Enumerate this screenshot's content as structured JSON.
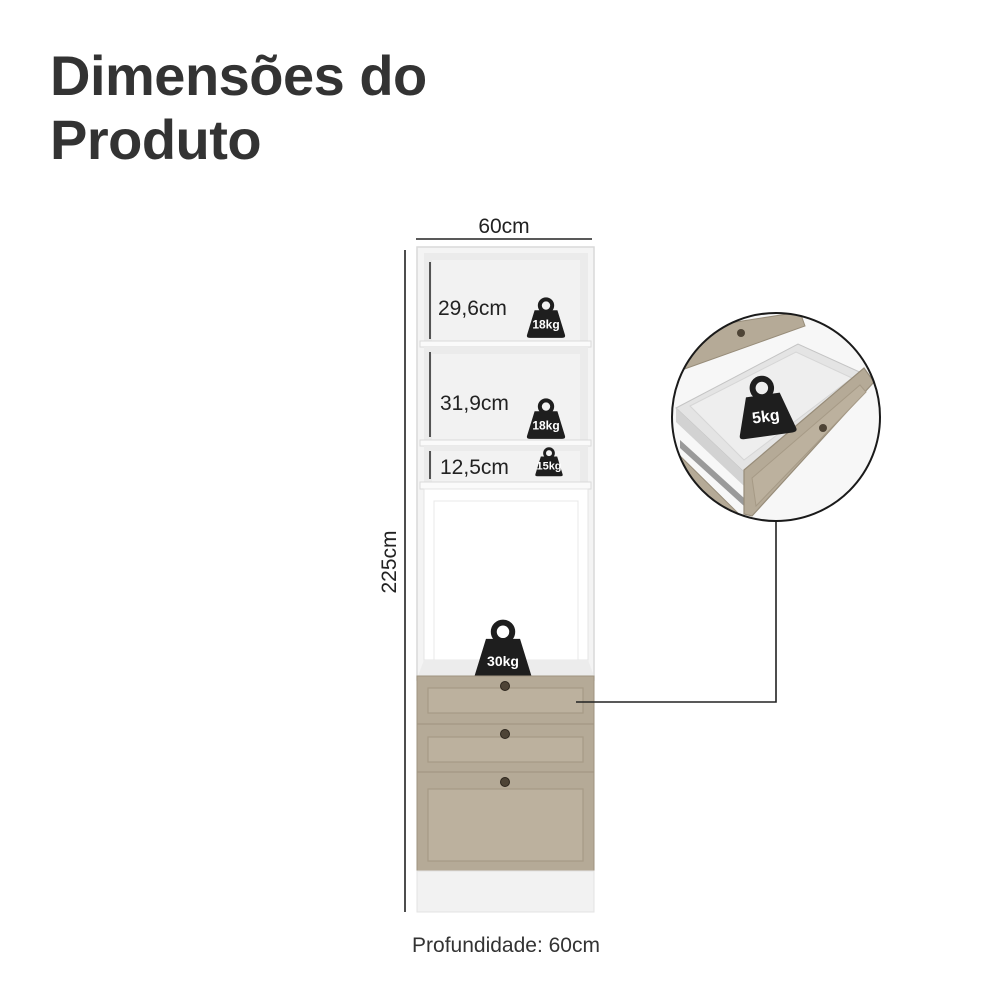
{
  "title": {
    "line1": "Dimensões do",
    "line2": "Produto"
  },
  "dimensions": {
    "width": "60cm",
    "height": "225cm",
    "depth": "Profundidade: 60cm"
  },
  "shelves": [
    {
      "label": "29,6cm",
      "weight": "18kg"
    },
    {
      "label": "31,9cm",
      "weight": "18kg"
    },
    {
      "label": "12,5cm",
      "weight": "15kg"
    }
  ],
  "oven_niche": {
    "weight": "30kg"
  },
  "drawer_detail": {
    "weight": "5kg"
  },
  "colors": {
    "cabinet_body": "#f4f4f4",
    "cabinet_edge": "#d9d9d9",
    "front_panel": "#b5aa97",
    "front_frame": "#c8bfaf",
    "weight_icon": "#1e1e1e",
    "text": "#333333"
  }
}
